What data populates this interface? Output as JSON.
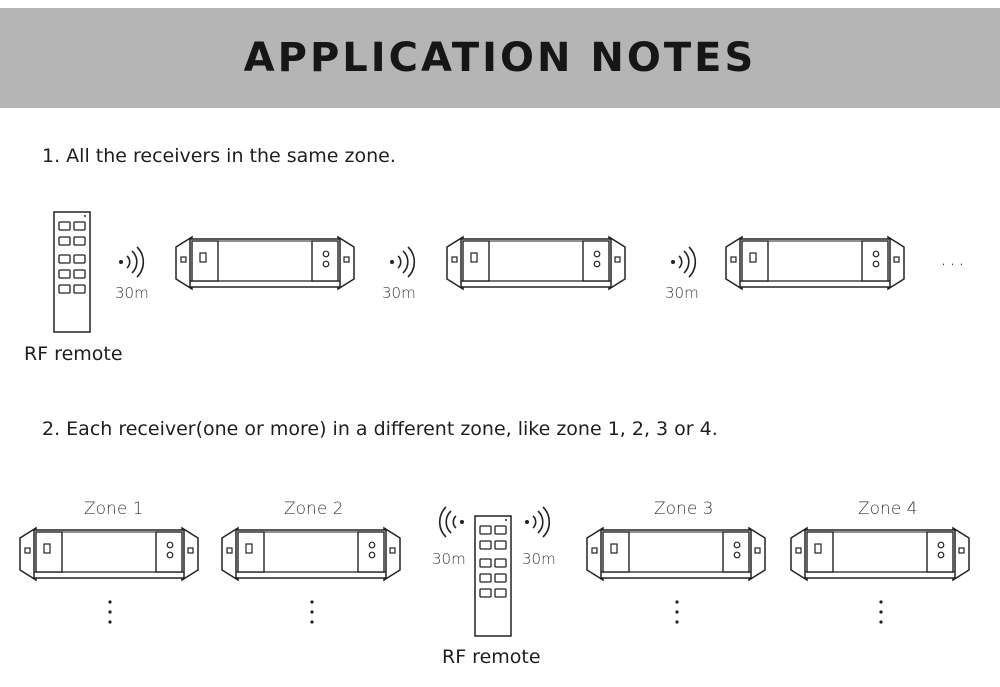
{
  "header": {
    "title": "APPLICATION NOTES"
  },
  "section1": {
    "heading": "1. All the receivers in the same zone.",
    "remote_label": "RF remote",
    "distance_labels": [
      "30m",
      "30m",
      "30m"
    ],
    "continuation": "..."
  },
  "section2": {
    "heading": "2. Each receiver(one or more) in a different zone, like zone 1, 2, 3 or 4.",
    "zones": [
      "Zone 1",
      "Zone 2",
      "Zone 3",
      "Zone 4"
    ],
    "distance_labels": [
      "30m",
      "30m"
    ],
    "remote_label": "RF remote"
  }
}
